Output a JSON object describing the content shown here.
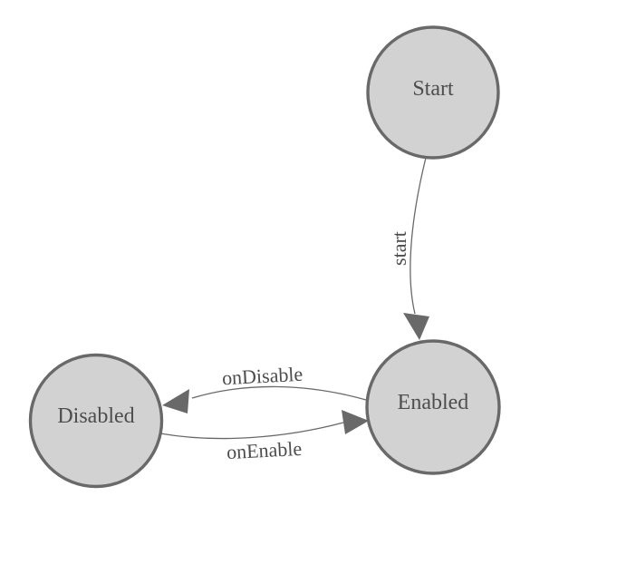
{
  "diagram": {
    "type": "state-machine",
    "background_color": "#ffffff",
    "node_fill_color": "#d2d2d2",
    "node_border_color": "#696969",
    "edge_color": "#696969",
    "label_color": "#4d4d4d",
    "nodes": [
      {
        "id": "Start",
        "label": "Start"
      },
      {
        "id": "Enabled",
        "label": "Enabled"
      },
      {
        "id": "Disabled",
        "label": "Disabled"
      }
    ],
    "edges": [
      {
        "from": "Start",
        "to": "Enabled",
        "label": "start"
      },
      {
        "from": "Enabled",
        "to": "Disabled",
        "label": "onDisable"
      },
      {
        "from": "Disabled",
        "to": "Enabled",
        "label": "onEnable"
      }
    ]
  }
}
